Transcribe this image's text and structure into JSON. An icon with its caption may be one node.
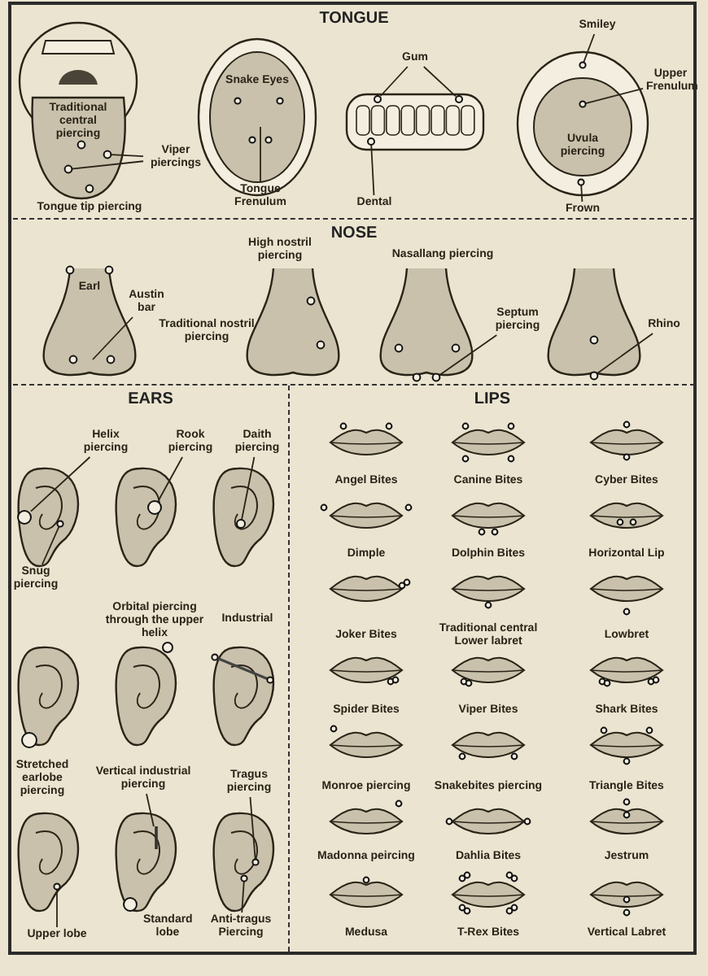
{
  "diagram": {
    "nodes": [
      {
        "text": [
          "TONGUE"
        ]
      },
      {
        "text": [
          "Traditional central piercing"
        ],
        "in": 0
      },
      {
        "text": [
          "Viper piercings"
        ],
        "in": 0
      },
      {
        "text": [
          "Tongue tip piercing"
        ],
        "in": 0
      },
      {
        "text": [
          "Snake Eyes"
        ],
        "in": 0
      },
      {
        "text": [
          "Tongue Frenulum"
        ],
        "in": 0
      },
      {
        "text": [
          "Gum"
        ],
        "in": 0
      },
      {
        "text": [
          "Dental"
        ],
        "in": 0
      },
      {
        "text": [
          "Smiley"
        ],
        "in": 0
      },
      {
        "text": [
          "Upper Frenulum"
        ],
        "in": 0
      },
      {
        "text": [
          "Uvula piercing"
        ],
        "in": 0
      },
      {
        "text": [
          "Frown"
        ],
        "in": 0
      },
      {
        "text": [
          "NOSE"
        ]
      },
      {
        "text": [
          "Earl"
        ],
        "in": 12
      },
      {
        "text": [
          "Austin bar"
        ],
        "in": 12
      },
      {
        "text": [
          "High nostril piercing"
        ],
        "in": 12
      },
      {
        "text": [
          "Traditional nostril piercing"
        ],
        "in": 12
      },
      {
        "text": [
          "Nasallang piercing"
        ],
        "in": 12
      },
      {
        "text": [
          "Septum piercing"
        ],
        "in": 12
      },
      {
        "text": [
          "Rhino"
        ],
        "in": 12
      },
      {
        "text": [
          "EARS"
        ]
      },
      {
        "text": [
          "Helix piercing"
        ],
        "in": 20
      },
      {
        "text": [
          "Rook piercing"
        ],
        "in": 20
      },
      {
        "text": [
          "Daith piercing"
        ],
        "in": 20
      },
      {
        "text": [
          "Snug piercing"
        ],
        "in": 20
      },
      {
        "text": [
          "Orbital piercing through the upper helix"
        ],
        "in": 20
      },
      {
        "text": [
          "Industrial"
        ],
        "in": 20
      },
      {
        "text": [
          "Stretched earlobe piercing"
        ],
        "in": 20
      },
      {
        "text": [
          "Vertical industrial piercing"
        ],
        "in": 20
      },
      {
        "text": [
          "Tragus piercing"
        ],
        "in": 20
      },
      {
        "text": [
          "Upper lobe"
        ],
        "in": 20
      },
      {
        "text": [
          "Standard lobe"
        ],
        "in": 20
      },
      {
        "text": [
          "Anti-tragus Piercing"
        ],
        "in": 20
      },
      {
        "text": [
          "LIPS"
        ]
      },
      {
        "text": [
          "Angel Bites"
        ],
        "in": 33
      },
      {
        "text": [
          "Canine Bites"
        ],
        "in": 33
      },
      {
        "text": [
          "Cyber Bites"
        ],
        "in": 33
      },
      {
        "text": [
          "Dimple"
        ],
        "in": 33
      },
      {
        "text": [
          "Dolphin Bites"
        ],
        "in": 33
      },
      {
        "text": [
          "Horizontal Lip"
        ],
        "in": 33
      },
      {
        "text": [
          "Joker Bites"
        ],
        "in": 33
      },
      {
        "text": [
          "Traditional central Lower labret"
        ],
        "in": 33
      },
      {
        "text": [
          "Lowbret"
        ],
        "in": 33
      },
      {
        "text": [
          "Spider Bites"
        ],
        "in": 33
      },
      {
        "text": [
          "Viper Bites"
        ],
        "in": 33
      },
      {
        "text": [
          "Shark Bites"
        ],
        "in": 33
      },
      {
        "text": [
          "Monroe piercing"
        ],
        "in": 33
      },
      {
        "text": [
          "Snakebites piercing"
        ],
        "in": 33
      },
      {
        "text": [
          "Triangle Bites"
        ],
        "in": 33
      },
      {
        "text": [
          "Madonna peircing"
        ],
        "in": 33
      },
      {
        "text": [
          "Dahlia Bites"
        ],
        "in": 33
      },
      {
        "text": [
          "Jestrum"
        ],
        "in": 33
      },
      {
        "text": [
          "Medusa"
        ],
        "in": 33
      },
      {
        "text": [
          "T-Rex Bites"
        ],
        "in": 33
      },
      {
        "text": [
          "Vertical Labret"
        ],
        "in": 33
      },
      {
        "text": [],
        "shape": "circle",
        "in": 0
      },
      {
        "text": [],
        "shape": "circle",
        "in": 0
      },
      {
        "text": [],
        "shape": "circle",
        "in": 0
      },
      {
        "text": [],
        "shape": "circle",
        "in": 0
      },
      {
        "text": [],
        "shape": "circle",
        "in": 0
      },
      {
        "text": [],
        "shape": "circle",
        "in": 0
      },
      {
        "text": [],
        "shape": "circle",
        "in": 0
      },
      {
        "text": [],
        "shape": "circle",
        "in": 0
      },
      {
        "text": [],
        "shape": "circle",
        "in": 12
      },
      {
        "text": [],
        "shape": "circle",
        "in": 12
      },
      {
        "text": [],
        "shape": "circle",
        "in": 20
      },
      {
        "text": [],
        "shape": "circle",
        "in": 20
      },
      {
        "text": [],
        "shape": "circle",
        "in": 20
      },
      {
        "text": [],
        "shape": "circle",
        "in": 20
      },
      {
        "text": [],
        "shape": "bar",
        "in": 20
      },
      {
        "text": [],
        "shape": "circle",
        "in": 20
      },
      {
        "text": [],
        "shape": "circle",
        "in": 20
      },
      {
        "text": [],
        "shape": "circle",
        "in": 20
      }
    ],
    "edges": [
      {
        "from": 2,
        "to": 55,
        "arrow": "none"
      },
      {
        "from": 2,
        "to": 56,
        "arrow": "none"
      },
      {
        "from": 5,
        "to": null,
        "arrow": "none"
      },
      {
        "from": 6,
        "to": 57,
        "arrow": "none"
      },
      {
        "from": 6,
        "to": 58,
        "arrow": "none"
      },
      {
        "from": 7,
        "to": 59,
        "arrow": "none"
      },
      {
        "from": 8,
        "to": 60,
        "arrow": "none"
      },
      {
        "from": 9,
        "to": 61,
        "arrow": "none"
      },
      {
        "from": 11,
        "to": 62,
        "arrow": "none"
      },
      {
        "from": 14,
        "to": null,
        "arrow": "none"
      },
      {
        "from": 18,
        "to": 63,
        "arrow": "none"
      },
      {
        "from": 19,
        "to": 64,
        "arrow": "none"
      },
      {
        "from": 21,
        "to": 65,
        "arrow": "none"
      },
      {
        "from": 22,
        "to": 66,
        "arrow": "none"
      },
      {
        "from": 23,
        "to": 67,
        "arrow": "none"
      },
      {
        "from": 24,
        "to": 68,
        "arrow": "none"
      },
      {
        "from": 28,
        "to": 69,
        "arrow": "none"
      },
      {
        "from": 29,
        "to": 70,
        "arrow": "none"
      },
      {
        "from": 30,
        "to": 71,
        "arrow": "none"
      },
      {
        "from": 32,
        "to": 72,
        "arrow": "none"
      }
    ]
  }
}
